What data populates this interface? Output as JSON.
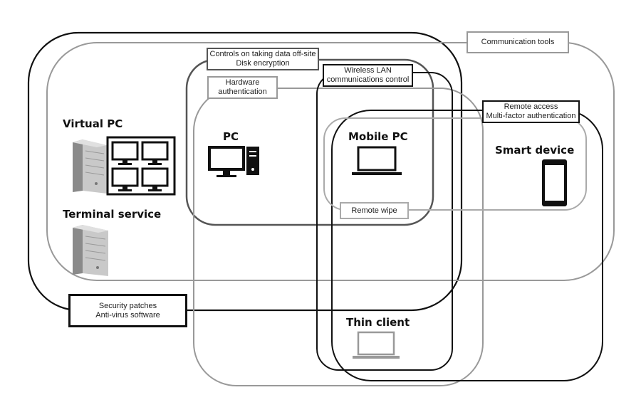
{
  "labels": {
    "communication_tools": "Communication tools",
    "offsite_line1": "Controls on taking data off-site",
    "offsite_line2": "Disk encryption",
    "wlan_line1": "Wireless LAN",
    "wlan_line2": "communications control",
    "hw_auth_line1": "Hardware",
    "hw_auth_line2": "authentication",
    "remote_line1": "Remote access",
    "remote_line2": "Multi-factor authentication",
    "remote_wipe": "Remote wipe",
    "security_line1": "Security patches",
    "security_line2": "Anti-virus software"
  },
  "devices": {
    "virtual_pc": "Virtual PC",
    "terminal_service": "Terminal service",
    "pc": "PC",
    "mobile_pc": "Mobile PC",
    "smart_device": "Smart device",
    "thin_client": "Thin client"
  },
  "icons": {
    "server": "server-tower-icon",
    "monitor": "monitor-icon",
    "desktop": "desktop-pc-icon",
    "laptop": "laptop-icon",
    "smartphone": "smartphone-icon"
  }
}
